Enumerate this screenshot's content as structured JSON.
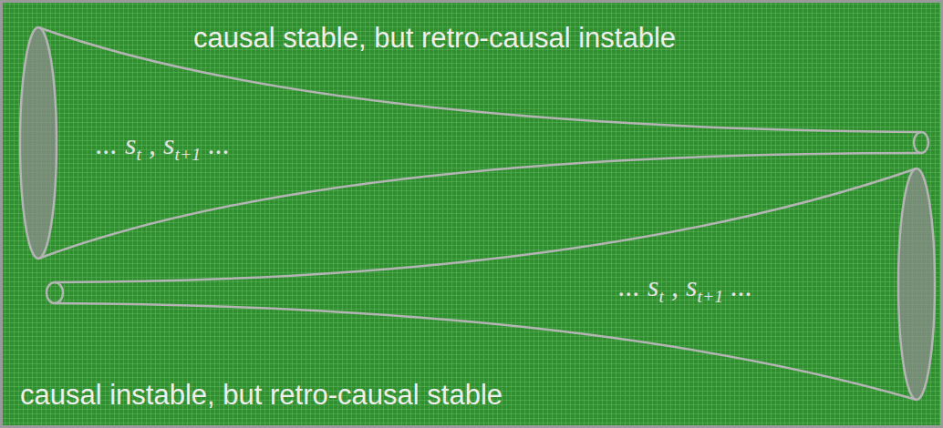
{
  "diagram": {
    "nodes": [
      {
        "text": [
          "... st , st+1 ..."
        ]
      },
      {
        "text": [
          "... st , st+1 ..."
        ]
      }
    ],
    "labels": [
      "causal stable, but retro-causal instable",
      "causal instable, but retro-causal stable"
    ]
  }
}
